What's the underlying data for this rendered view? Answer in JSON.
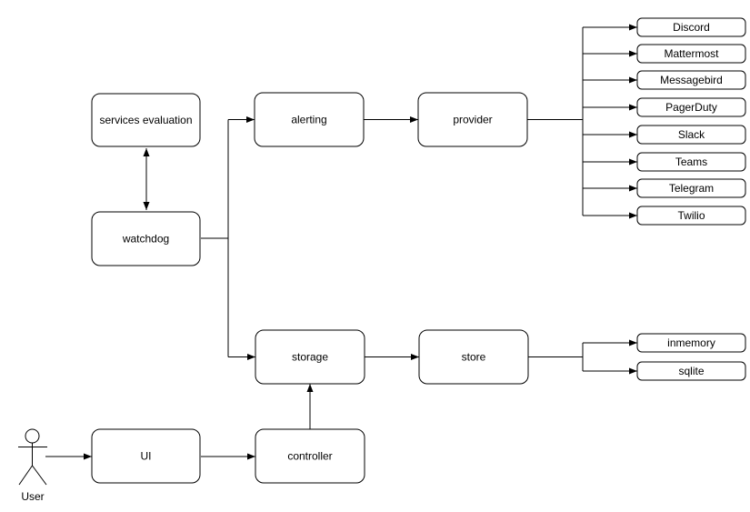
{
  "diagram": {
    "nodes": {
      "services_evaluation": "services evaluation",
      "watchdog": "watchdog",
      "alerting": "alerting",
      "provider": "provider",
      "storage": "storage",
      "store": "store",
      "ui": "UI",
      "controller": "controller"
    },
    "provider_targets": [
      "Discord",
      "Mattermost",
      "Messagebird",
      "PagerDuty",
      "Slack",
      "Teams",
      "Telegram",
      "Twilio"
    ],
    "store_targets": [
      "inmemory",
      "sqlite"
    ],
    "actor": {
      "label": "User"
    },
    "colors": {
      "stroke": "#000000",
      "node_fill": "#ffffff",
      "background": "#ffffff",
      "text": "#000000"
    }
  }
}
